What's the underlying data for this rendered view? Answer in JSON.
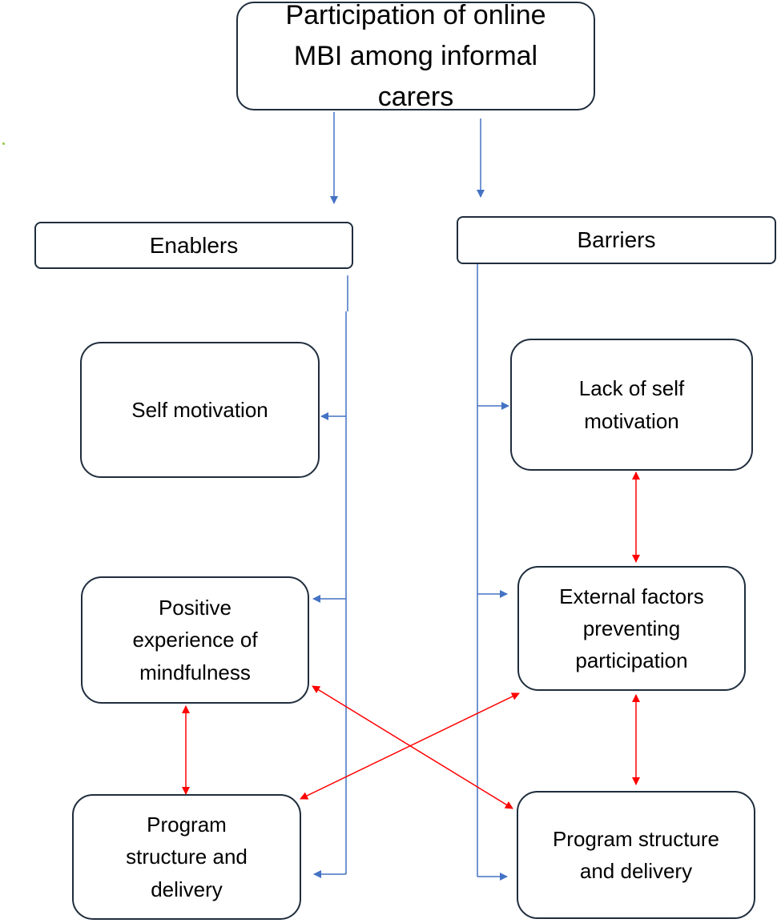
{
  "diagram": {
    "title": "Participation of online\nMBI  among informal\ncarers",
    "enablers": {
      "header": "Enablers",
      "items": [
        "Self motivation",
        "Positive\nexperience of\nmindfulness",
        "Program\nstructure and\ndelivery"
      ]
    },
    "barriers": {
      "header": "Barriers",
      "items": [
        "Lack of self\nmotivation",
        "External factors\npreventing\nparticipation",
        "Program structure\nand delivery"
      ]
    },
    "colors": {
      "flow_line": "#4472c4",
      "relation_line": "#ff0000",
      "box_border": "#1f2d3d"
    }
  }
}
